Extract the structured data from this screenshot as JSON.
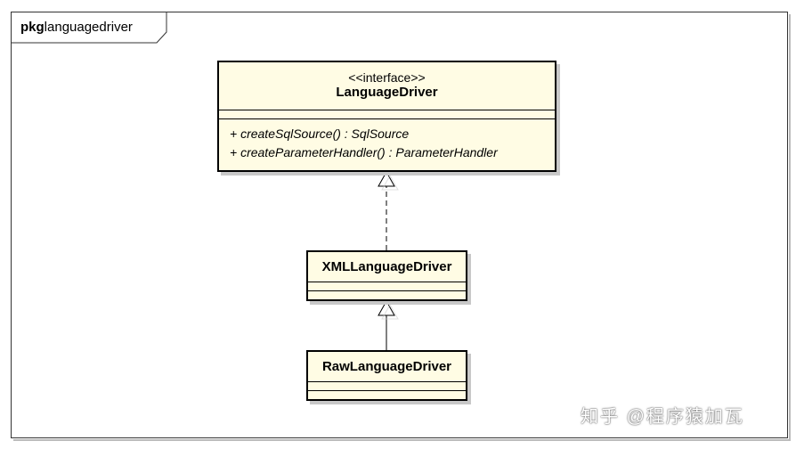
{
  "package": {
    "keyword": "pkg",
    "name": "languagedriver"
  },
  "classes": {
    "language_driver": {
      "stereotype": "<<interface>>",
      "name": "LanguageDriver",
      "operations": [
        "+ createSqlSource() : SqlSource",
        "+ createParameterHandler() : ParameterHandler"
      ]
    },
    "xml_language_driver": {
      "name": "XMLLanguageDriver"
    },
    "raw_language_driver": {
      "name": "RawLanguageDriver"
    }
  },
  "relations": [
    {
      "from": "XMLLanguageDriver",
      "to": "LanguageDriver",
      "type": "realization"
    },
    {
      "from": "RawLanguageDriver",
      "to": "XMLLanguageDriver",
      "type": "generalization"
    }
  ],
  "watermark": "知乎 @程序猿加瓦",
  "colors": {
    "class_fill": "#fffce4",
    "border": "#000000",
    "shadow": "#c8c8c8"
  }
}
